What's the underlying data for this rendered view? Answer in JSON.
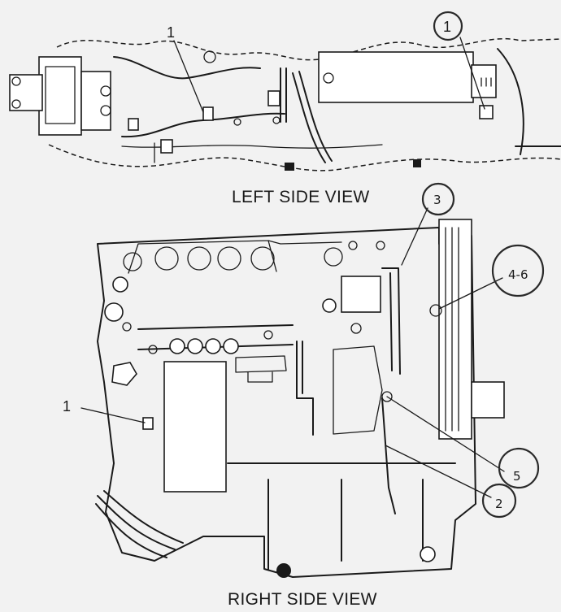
{
  "views": {
    "left_caption": "LEFT SIDE VIEW",
    "right_caption": "RIGHT SIDE VIEW"
  },
  "callouts": {
    "left_1_plain": "1",
    "left_1_circled": "1",
    "right_1_plain": "1",
    "right_2": "2",
    "right_3": "3",
    "right_4_6": "4-6",
    "right_5": "5"
  },
  "colors": {
    "ink": "#1a1a1a",
    "paper": "#f2f2f2"
  }
}
